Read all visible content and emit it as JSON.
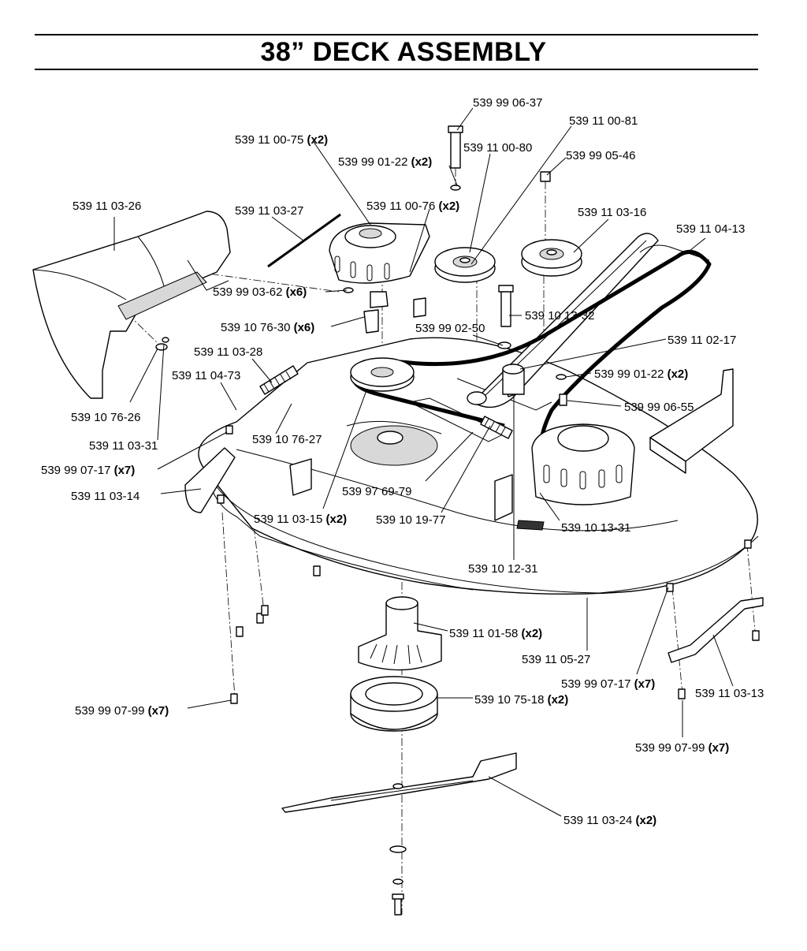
{
  "title": "38” DECK ASSEMBLY",
  "callouts": [
    {
      "id": "c01",
      "num": "539 99 06-37",
      "qty": ""
    },
    {
      "id": "c02",
      "num": "539 11 00-81",
      "qty": ""
    },
    {
      "id": "c03",
      "num": "539 11 00-75",
      "qty": "(x2)"
    },
    {
      "id": "c04",
      "num": "539 11 00-80",
      "qty": ""
    },
    {
      "id": "c05",
      "num": "539 99 05-46",
      "qty": ""
    },
    {
      "id": "c06",
      "num": "539 99 01-22",
      "qty": "(x2)"
    },
    {
      "id": "c07",
      "num": "539 11 03-26",
      "qty": ""
    },
    {
      "id": "c08",
      "num": "539 11 03-27",
      "qty": ""
    },
    {
      "id": "c09",
      "num": "539 11 00-76",
      "qty": "(x2)"
    },
    {
      "id": "c10",
      "num": "539 11 03-16",
      "qty": ""
    },
    {
      "id": "c11",
      "num": "539 11 04-13",
      "qty": ""
    },
    {
      "id": "c12",
      "num": "539 99 03-62",
      "qty": "(x6)"
    },
    {
      "id": "c13",
      "num": "539 10 13-32",
      "qty": ""
    },
    {
      "id": "c14",
      "num": "539 10 76-30",
      "qty": "(x6)"
    },
    {
      "id": "c15",
      "num": "539 99 02-50",
      "qty": ""
    },
    {
      "id": "c16",
      "num": "539 11 02-17",
      "qty": ""
    },
    {
      "id": "c17",
      "num": "539 11 03-28",
      "qty": ""
    },
    {
      "id": "c18",
      "num": "539 11 04-73",
      "qty": ""
    },
    {
      "id": "c19",
      "num": "539 99 01-22",
      "qty": "(x2)"
    },
    {
      "id": "c20",
      "num": "539 10 76-26",
      "qty": ""
    },
    {
      "id": "c21",
      "num": "539 99 06-55",
      "qty": ""
    },
    {
      "id": "c22",
      "num": "539 10 76-27",
      "qty": ""
    },
    {
      "id": "c23",
      "num": "539 11 03-31",
      "qty": ""
    },
    {
      "id": "c24",
      "num": "539 99 07-17",
      "qty": "(x7)"
    },
    {
      "id": "c25",
      "num": "539 97 69-79",
      "qty": ""
    },
    {
      "id": "c26",
      "num": "539 11 03-14",
      "qty": ""
    },
    {
      "id": "c27",
      "num": "539 11 03-15",
      "qty": "(x2)"
    },
    {
      "id": "c28",
      "num": "539 10 19-77",
      "qty": ""
    },
    {
      "id": "c29",
      "num": "539 10 13-31",
      "qty": ""
    },
    {
      "id": "c30",
      "num": "539 10 12-31",
      "qty": ""
    },
    {
      "id": "c31",
      "num": "539 11 01-58",
      "qty": "(x2)"
    },
    {
      "id": "c32",
      "num": "539 11 05-27",
      "qty": ""
    },
    {
      "id": "c33",
      "num": "539 99 07-17",
      "qty": "(x7)"
    },
    {
      "id": "c34",
      "num": "539 11 03-13",
      "qty": ""
    },
    {
      "id": "c35",
      "num": "539 10 75-18",
      "qty": "(x2)"
    },
    {
      "id": "c36",
      "num": "539 99 07-99",
      "qty": "(x7)"
    },
    {
      "id": "c37",
      "num": "539 99 07-99",
      "qty": "(x7)"
    },
    {
      "id": "c38",
      "num": "539 11 03-24",
      "qty": "(x2)"
    }
  ]
}
